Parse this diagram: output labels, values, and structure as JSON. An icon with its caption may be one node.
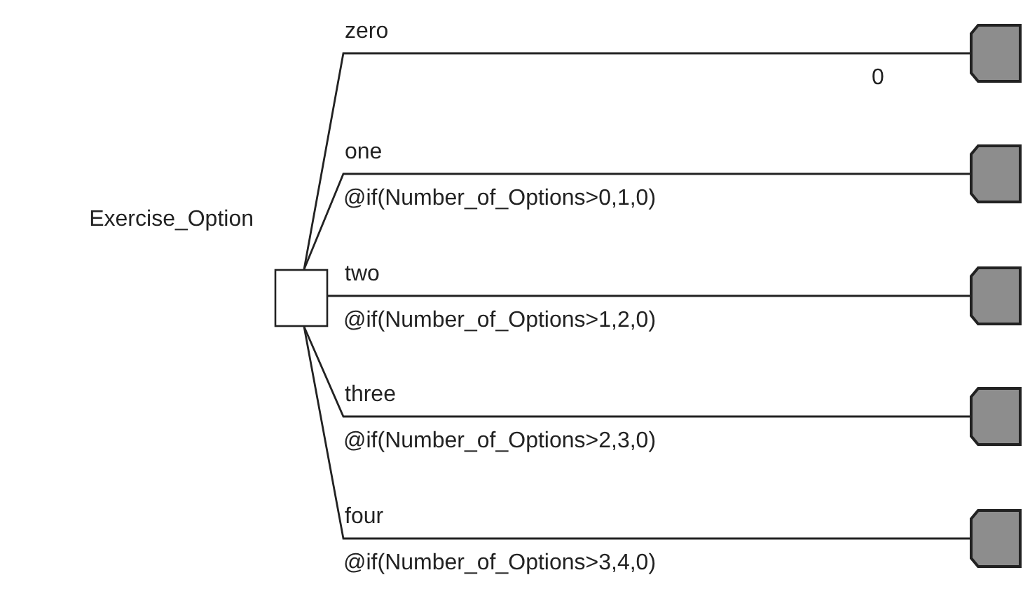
{
  "diagram": {
    "nodes": [
      {
        "text": [],
        "shape": "box",
        "beside": [
          "Exercise_Option"
        ]
      },
      {
        "text": [],
        "shape": "box"
      },
      {
        "text": [],
        "shape": "box"
      },
      {
        "text": [],
        "shape": "box"
      },
      {
        "text": [],
        "shape": "box"
      },
      {
        "text": [],
        "shape": "box"
      }
    ],
    "edges": [
      {
        "from": 0,
        "to": 1,
        "arrow": "none",
        "label": "zero"
      },
      {
        "from": 0,
        "to": 2,
        "arrow": "none",
        "label": "one"
      },
      {
        "from": 0,
        "to": 3,
        "arrow": "none",
        "label": "two"
      },
      {
        "from": 0,
        "to": 4,
        "arrow": "none",
        "label": "three"
      },
      {
        "from": 0,
        "to": 5,
        "arrow": "none",
        "label": "four"
      }
    ],
    "labels": [
      "0",
      "@if(Number_of_Options>0,1,0)",
      "@if(Number_of_Options>1,2,0)",
      "@if(Number_of_Options>2,3,0)",
      "@if(Number_of_Options>3,4,0)"
    ]
  }
}
